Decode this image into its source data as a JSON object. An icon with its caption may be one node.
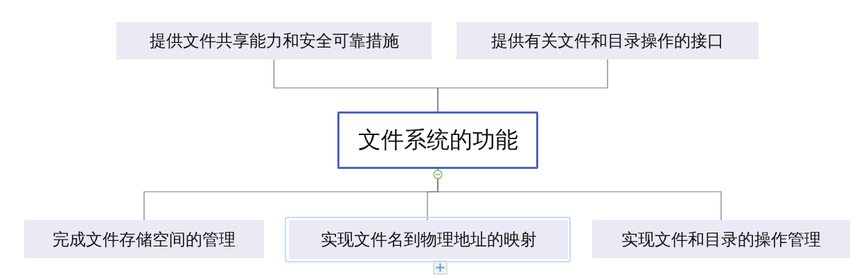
{
  "diagram": {
    "nodes": [
      {
        "text": [
          "提供文件共享能力和安全可靠措施"
        ]
      },
      {
        "text": [
          "提供有关文件和目录操作的接口"
        ]
      },
      {
        "text": [
          "文件系统的功能"
        ]
      },
      {
        "text": [
          "完成文件存储空间的管理"
        ]
      },
      {
        "text": [
          "实现文件名到物理地址的映射"
        ]
      },
      {
        "text": [
          "实现文件和目录的操作管理"
        ]
      }
    ],
    "edges": [
      {
        "from": 2,
        "to": 0,
        "arrow": "none"
      },
      {
        "from": 2,
        "to": 1,
        "arrow": "none"
      },
      {
        "from": 2,
        "to": 3,
        "arrow": "none"
      },
      {
        "from": 2,
        "to": 4,
        "arrow": "none"
      },
      {
        "from": 2,
        "to": 5,
        "arrow": "none"
      }
    ]
  }
}
